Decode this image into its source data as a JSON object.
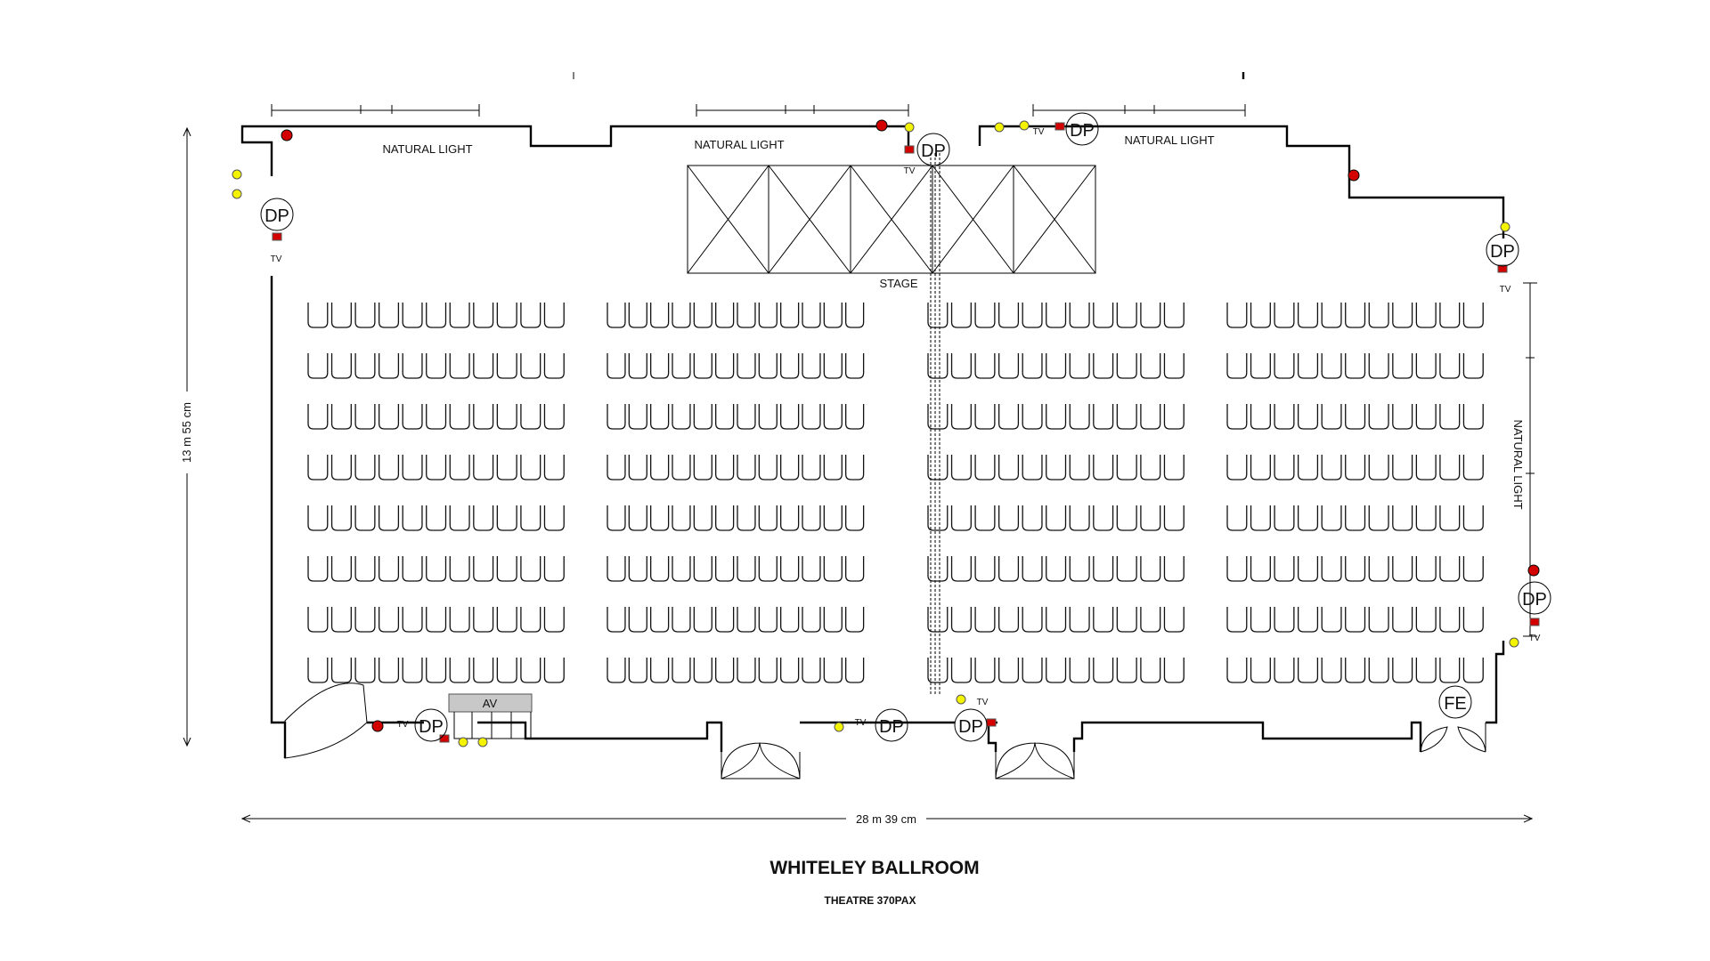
{
  "title": "WHITELEY BALLROOM",
  "subtitle": "THEATRE 370PAX",
  "dimensions": {
    "width_label": "28 m 39 cm",
    "height_label": "13 m 55 cm"
  },
  "labels": {
    "natural_light": "NATURAL LIGHT",
    "stage": "STAGE",
    "av": "AV",
    "dp": "DP",
    "tv": "TV",
    "fe": "FE"
  },
  "seating": {
    "rows": 8,
    "blocks": [
      {
        "name": "block-1",
        "chairs_per_row": 11
      },
      {
        "name": "block-2",
        "chairs_per_row": 12
      },
      {
        "name": "block-3",
        "chairs_per_row": 11
      },
      {
        "name": "block-4",
        "chairs_per_row": 11
      }
    ]
  },
  "colors": {
    "lines": "#000000",
    "red_fixture": "#d40000",
    "yellow_socket": "#f4f400",
    "av_fill": "#c8c8c8"
  }
}
